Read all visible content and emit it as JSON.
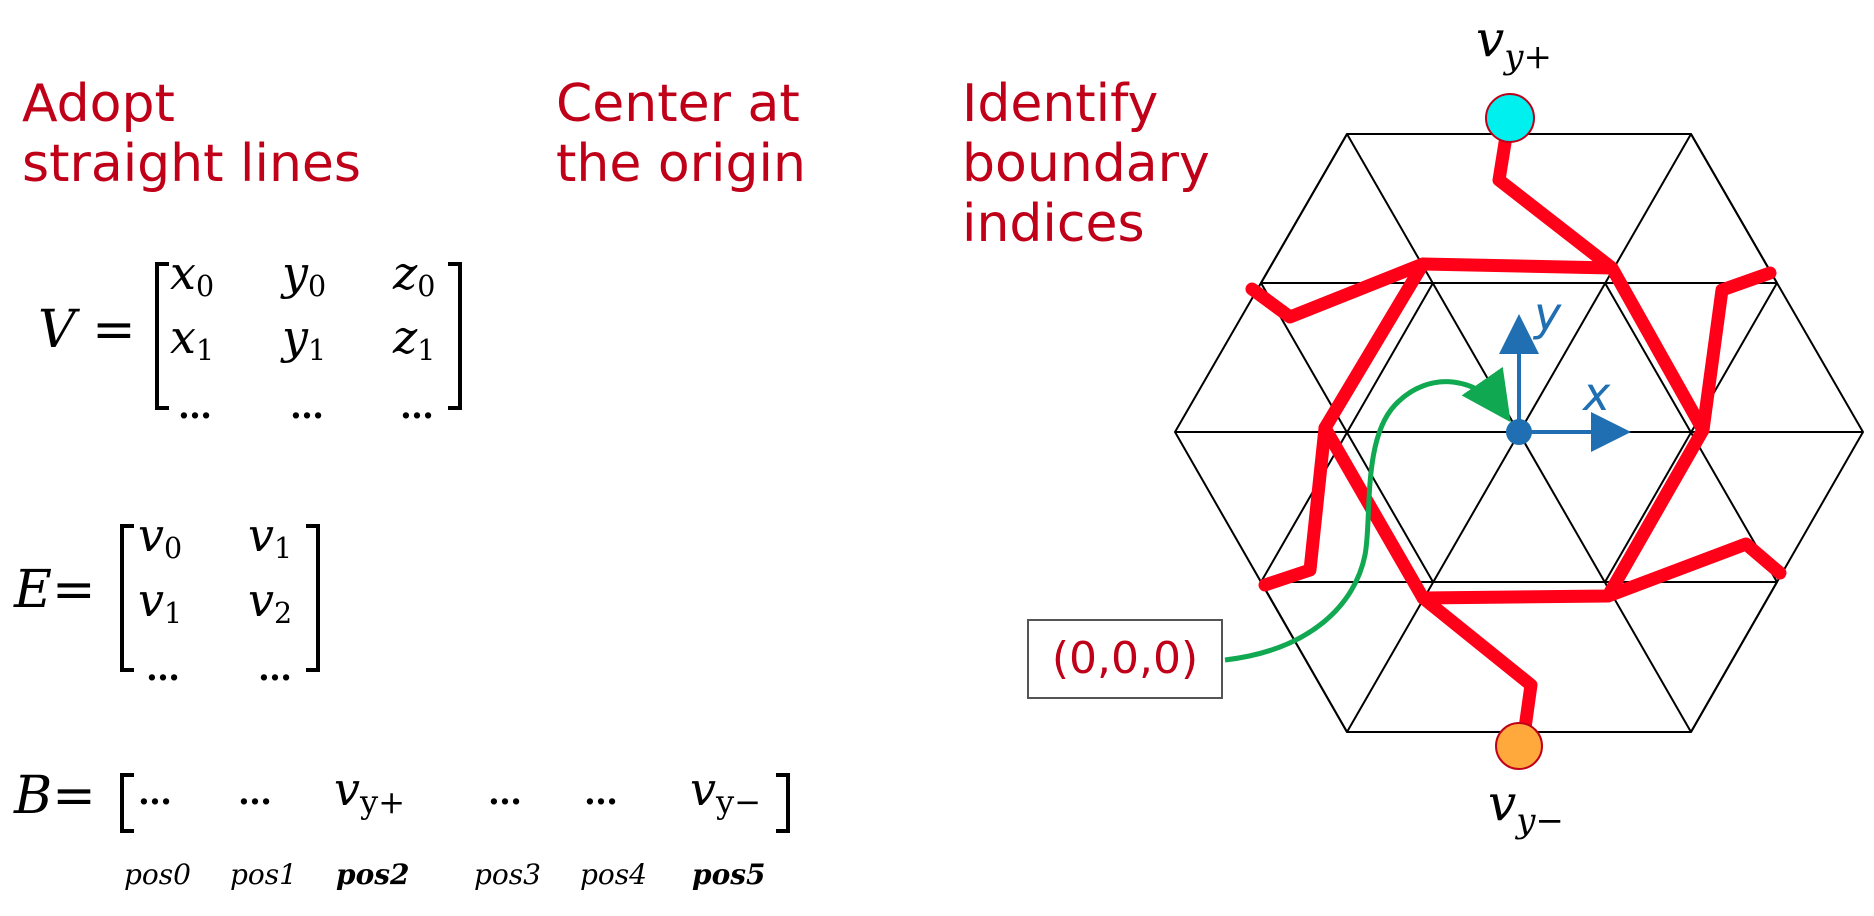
{
  "headings": {
    "adopt": [
      "Adopt",
      "straight lines"
    ],
    "center": [
      "Center at",
      "the origin"
    ],
    "identify": [
      "Identify",
      "boundary",
      "indices"
    ]
  },
  "matrices": {
    "V": {
      "name": "V",
      "rows": [
        [
          "x",
          "0",
          "y",
          "0",
          "z",
          "0"
        ],
        [
          "x",
          "1",
          "y",
          "1",
          "z",
          "1"
        ]
      ],
      "ellipsis": "…"
    },
    "E": {
      "name": "E",
      "rows": [
        [
          "v",
          "0",
          "v",
          "1"
        ],
        [
          "v",
          "1",
          "v",
          "2"
        ]
      ],
      "ellipsis": "…"
    },
    "B": {
      "name": "B",
      "entries": [
        "…",
        "…",
        "v_y+",
        "…",
        "…",
        "v_y−"
      ],
      "positions": [
        "pos0",
        "pos1",
        "pos2",
        "pos3",
        "pos4",
        "pos5"
      ],
      "bold_positions": [
        "pos2",
        "pos5"
      ]
    }
  },
  "diagram": {
    "top_vertex_label": "v",
    "top_vertex_sub": "y+",
    "bottom_vertex_label": "v",
    "bottom_vertex_sub": "y−",
    "axis_x_label": "x",
    "axis_y_label": "y",
    "origin_label": "(0,0,0)",
    "colors": {
      "heading": "#c00018",
      "path": "#ff0018",
      "top_vertex": "#00f0f0",
      "bottom_vertex": "#ffa83c",
      "axes": "#1f6fb2",
      "origin_arrow": "#10a850",
      "mesh": "#000000"
    }
  }
}
